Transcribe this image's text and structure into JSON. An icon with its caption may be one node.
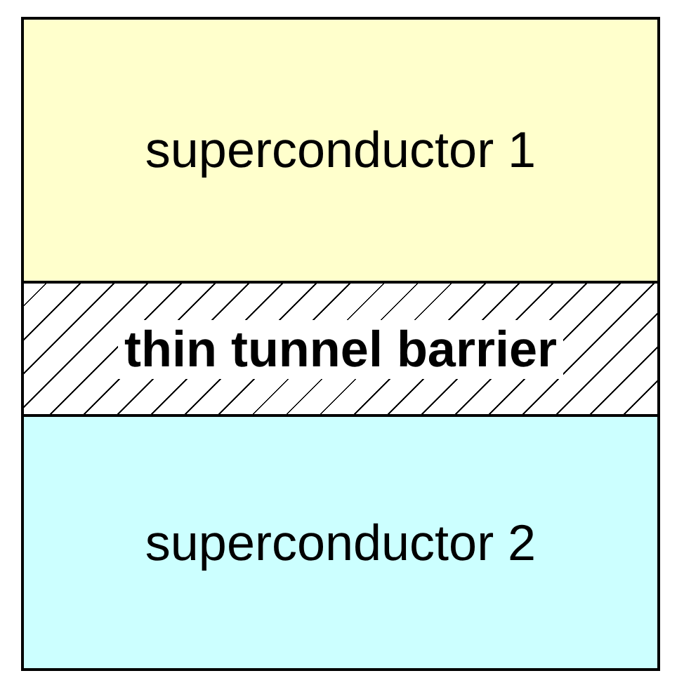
{
  "diagram": {
    "nodes": [
      {
        "text": [
          "superconductor 1"
        ]
      },
      {
        "text": [
          "thin tunnel barrier"
        ]
      },
      {
        "text": [
          "superconductor 2"
        ]
      }
    ]
  }
}
